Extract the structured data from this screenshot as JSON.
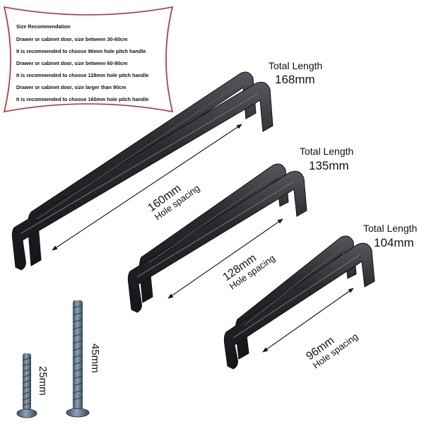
{
  "size_recommendation": {
    "title": "Size Recommendation",
    "lines": [
      "Drawer or cabinet door, size between 30-60cm",
      "It is recommended to choose 96mm hole pitch handle",
      "Drawer or cabinet door, size between 60-90cm",
      "It is recommended to choose 128mm hole pitch handle",
      "Drawer or cabinet door, size larger than 90cm",
      "It is recommended to choose 160mm hole pitch handle"
    ],
    "border_color": "#c0272d"
  },
  "handles": [
    {
      "total_length_label": "Total Length",
      "total_length_value": "168mm",
      "spacing_value": "160mm",
      "spacing_label": "Hole spacing"
    },
    {
      "total_length_label": "Total Length",
      "total_length_value": "135mm",
      "spacing_value": "128mm",
      "spacing_label": "Hole spacing"
    },
    {
      "total_length_label": "Total Length",
      "total_length_value": "104mm",
      "spacing_value": "96mm",
      "spacing_label": "Hole spacing"
    }
  ],
  "screws": [
    {
      "length": "25mm"
    },
    {
      "length": "45mm"
    }
  ],
  "colors": {
    "handle_finish": "#1e1f22",
    "handle_edge": "#4a4c51",
    "screw_metal": "#5e7585"
  }
}
